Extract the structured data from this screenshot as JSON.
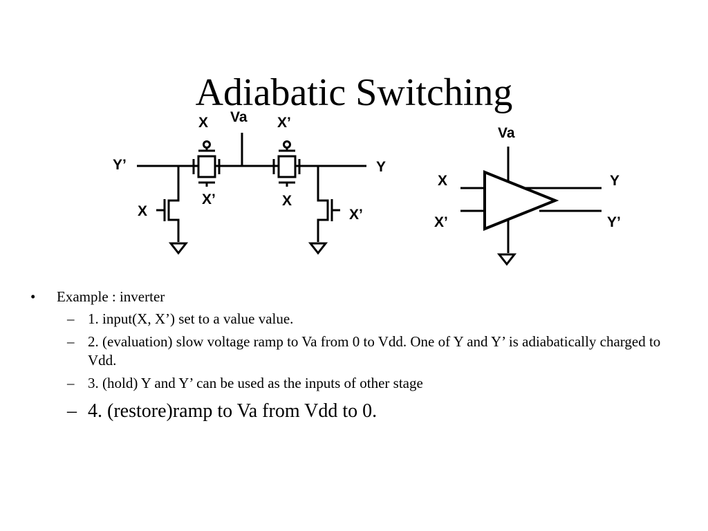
{
  "slide": {
    "title": "Adiabatic Switching"
  },
  "diagram": {
    "transistor_circuit": {
      "labels": {
        "va": "Va",
        "top_left_gate": "X",
        "top_right_gate": "X’",
        "left_node": "Y’",
        "right_node": "Y",
        "bottom_left_gate": "X’",
        "bottom_right_gate": "X",
        "left_pulldown_gate": "X",
        "right_pulldown_gate": "X’"
      }
    },
    "gate_symbol": {
      "labels": {
        "va": "Va",
        "input_top": "X",
        "input_bottom": "X’",
        "output_top": "Y",
        "output_bottom": "Y’"
      }
    }
  },
  "bullets": {
    "main": {
      "marker": "•",
      "text": "Example : inverter"
    },
    "sub": [
      {
        "marker": "–",
        "text": "1. input(X, X’) set to a value value."
      },
      {
        "marker": "–",
        "text": "2. (evaluation) slow voltage ramp to Va from 0 to Vdd. One of Y and Y’ is adiabatically charged to Vdd."
      },
      {
        "marker": "–",
        "text": "3. (hold) Y and Y’ can be used as the inputs of other stage"
      },
      {
        "marker": "–",
        "text": "4. (restore)ramp to Va from Vdd to 0."
      }
    ]
  }
}
